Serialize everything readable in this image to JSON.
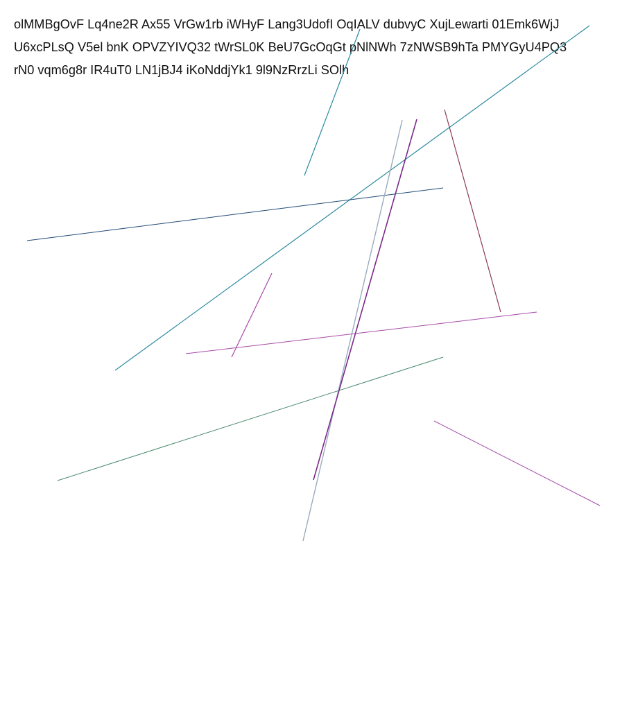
{
  "text_lines": [
    "olMMBgOvF Lq4ne2R Ax55 VrGw1rb iWHyF Lang3UdofI OqIALV dubvyC XujLewarti 01Emk6WjJ",
    "U6xcPLsQ V5el bnK OPVZYIVQ32 tWrSL0K BeU7GcOqGt pNlNWh 7zNWSB9hTa PMYGyU4PQ3",
    "rN0 vqm6g8r IR4uT0 LN1jBJ4 iKoNddjYk1 9l9NzRrzLi SOlh"
  ],
  "line_colors": {
    "teal": "#2a8aa0",
    "navy": "#1f4a78",
    "slate": "#9aabbd",
    "purple": "#7b2a8a",
    "maroon": "#8a3a52",
    "magenta": "#a64aa6",
    "green": "#4a8a6e"
  }
}
